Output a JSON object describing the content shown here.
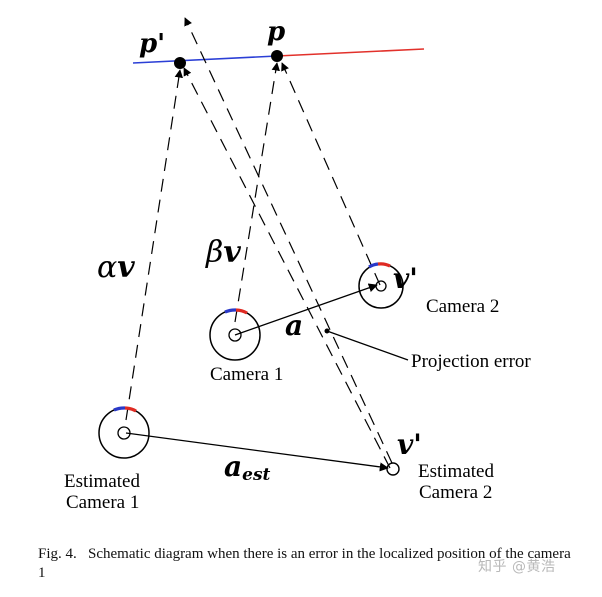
{
  "labels": {
    "point_p_prime": "p'",
    "point_p": "p",
    "alpha_v_coef": "α",
    "alpha_v_vec": "v",
    "beta_v_coef": "β",
    "beta_v_vec": "v",
    "v_prime_camera2": "v'",
    "camera2": "Camera 2",
    "vector_a": "a",
    "projection_error": "Projection error",
    "camera1": "Camera 1",
    "estimated_camera1_line1": "Estimated",
    "estimated_camera1_line2": "Camera 1",
    "a_est_main": "a",
    "a_est_sub": "est",
    "v_prime_estimated": "v'",
    "estimated_camera2_line1": "Estimated",
    "estimated_camera2_line2": "Camera 2"
  },
  "caption": {
    "fig_label": "Fig. 4.",
    "text": "Schematic diagram when there is an error in the localized position of the camera 1"
  },
  "watermark": "知乎 @黄浩",
  "colors": {
    "line_blue": "#2b3fd6",
    "line_red": "#e2312b",
    "marker_blue": "#2a39c8",
    "marker_red": "#df2a22",
    "ink": "#000000"
  }
}
